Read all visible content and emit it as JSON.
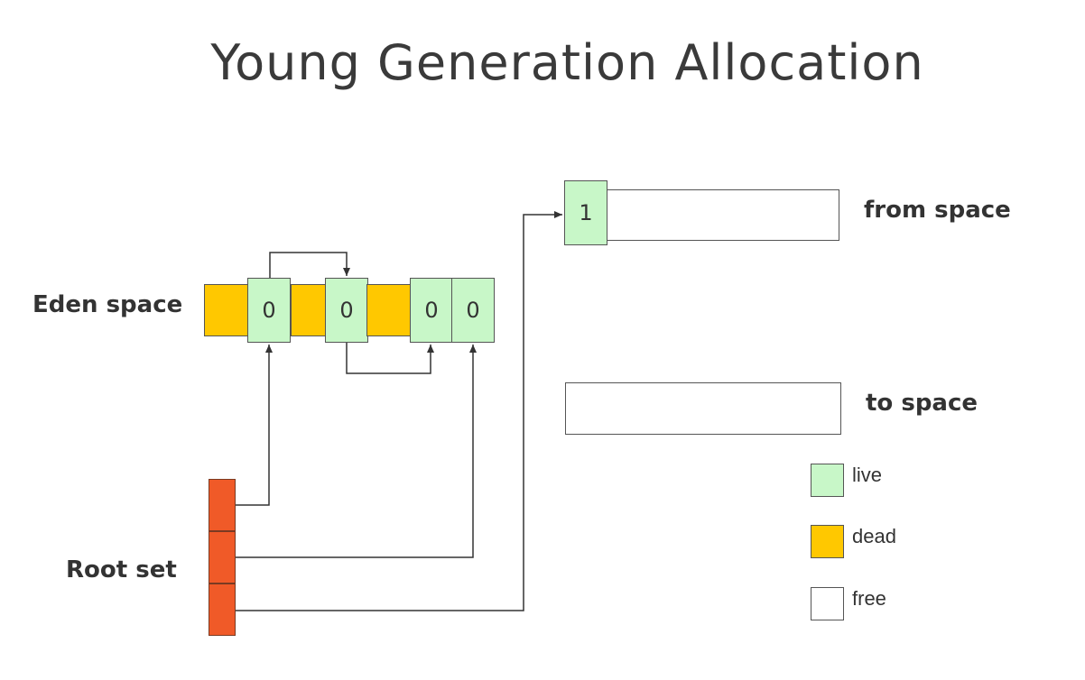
{
  "title": "Young Generation Allocation",
  "labels": {
    "eden": "Eden space",
    "root": "Root set",
    "from": "from space",
    "to": "to space"
  },
  "eden_cells": [
    {
      "state": "dead",
      "text": ""
    },
    {
      "state": "live",
      "text": "0"
    },
    {
      "state": "dead",
      "text": ""
    },
    {
      "state": "live",
      "text": "0"
    },
    {
      "state": "dead",
      "text": ""
    },
    {
      "state": "live",
      "text": "0"
    },
    {
      "state": "live",
      "text": "0"
    }
  ],
  "from_space_cell": {
    "state": "live",
    "text": "1"
  },
  "legend": [
    {
      "key": "live",
      "label": "live",
      "color": "#c8f7c8"
    },
    {
      "key": "dead",
      "label": "dead",
      "color": "#ffc800"
    },
    {
      "key": "free",
      "label": "free",
      "color": "#ffffff"
    }
  ],
  "colors": {
    "live": "#c8f7c8",
    "dead": "#ffc800",
    "root": "#f05a28",
    "line": "#333333"
  }
}
